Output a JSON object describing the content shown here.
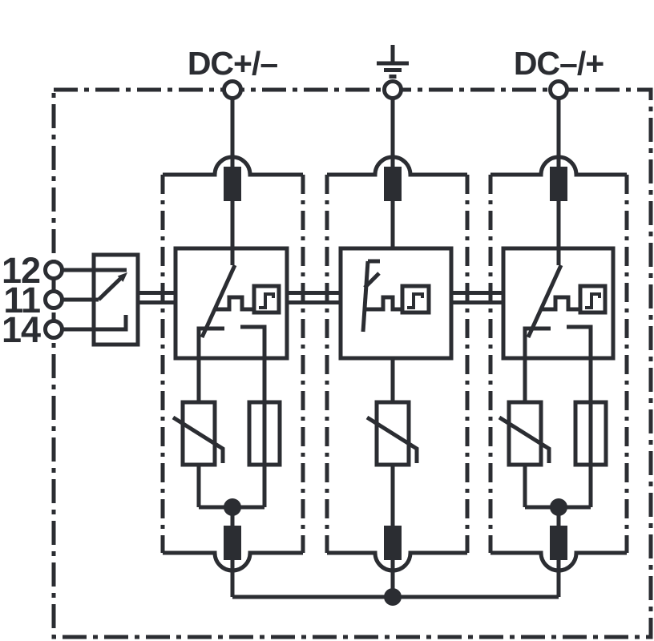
{
  "diagram": {
    "type": "surge-protection-device-circuit-diagram",
    "background": "#ffffff",
    "line_color": "#2b2d32",
    "labels": {
      "dc_left": "DC+/–",
      "dc_right": "DC–/+",
      "contact_12": "12",
      "contact_11": "11",
      "contact_14": "14"
    },
    "icons": {
      "ground": "earth-ground-symbol",
      "terminal": "circle-terminal",
      "plug_contact": "plug-in-contact-pin",
      "varistor": "varistor-symbol",
      "fuse": "series-disconnector-fuse",
      "switch": "disconnector-switch-with-indicator",
      "indicator": "step-function-status-indicator",
      "junction": "connection-dot",
      "remote_contact": "remote-signalling-changeover-contact"
    }
  }
}
